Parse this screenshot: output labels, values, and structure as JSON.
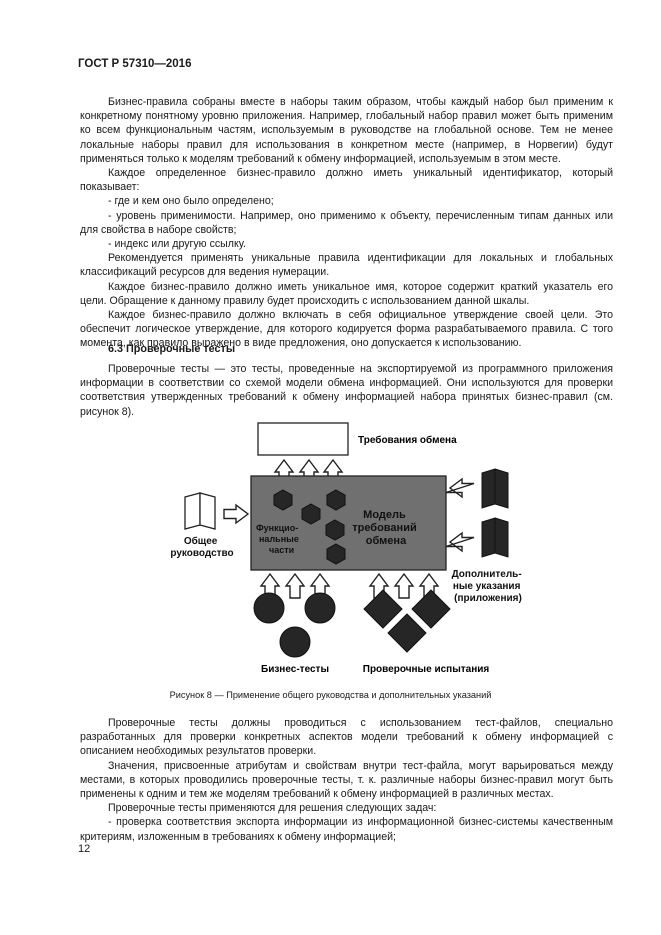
{
  "header": "ГОСТ Р 57310—2016",
  "block1": [
    {
      "t": "Бизнес-правила собраны вместе в наборы таким образом, чтобы каждый набор был применим к конкретному понятному уровню приложения. Например, глобальный набор правил может быть применим ко всем функциональным частям, используемым в руководстве на глобальной основе. Тем не менее локальные наборы правил для использования в конкретном месте (например, в Норвегии) будут применяться только к моделям требований к обмену информацией, используемым в этом месте.",
      "c": "ind"
    },
    {
      "t": "Каждое определенное бизнес-правило должно иметь уникальный идентификатор, который показывает:",
      "c": "ind"
    },
    {
      "t": "- где и кем оно было определено;",
      "c": "dash"
    },
    {
      "t": "- уровень применимости. Например, оно применимо к объекту, перечисленным типам данных или для свойства в наборе свойств;",
      "c": "dash"
    },
    {
      "t": "- индекс или другую ссылку.",
      "c": "dash"
    },
    {
      "t": "Рекомендуется применять уникальные правила идентификации для локальных и глобальных классификаций ресурсов для ведения нумерации.",
      "c": "ind"
    },
    {
      "t": "Каждое бизнес-правило должно иметь уникальное имя, которое содержит краткий указатель его цели. Обращение к данному правилу будет происходить с использованием данной шкалы.",
      "c": "ind"
    },
    {
      "t": "Каждое бизнес-правило должно включать в себя официальное утверждение своей цели. Это обеспечит логическое утверждение, для которого кодируется форма разрабатываемого правила. С того момента, как правило выражено в виде предложения, оно допускается к использованию.",
      "c": "ind"
    }
  ],
  "section_title": "6.3 Проверочные тесты",
  "block2": [
    {
      "t": "Проверочные тесты — это тесты, проведенные на экспортируемой из программного приложения информации в соответствии со схемой модели обмена информацией. Они используются для проверки соответствия утвержденных требований к обмену информацией набора принятых бизнес-правил (см. рисунок 8).",
      "c": "ind"
    }
  ],
  "figure": {
    "exchange_requirements": "Требования обмена",
    "model_line1": "Модель",
    "model_line2": "требований",
    "model_line3": "обмена",
    "functional_line1": "Функцио-",
    "functional_line2": "нальные",
    "functional_line3": "части",
    "general_guide_line1": "Общее",
    "general_guide_line2": "руководство",
    "additional_line1": "Дополнитель-",
    "additional_line2": "ные указания",
    "additional_line3": "(приложения)",
    "business_tests": "Бизнес-тесты",
    "verification_tests": "Проверочные испытания",
    "colors": {
      "model_fill": "#707070",
      "shape_fill": "#262626"
    }
  },
  "caption": "Рисунок 8 — Применение общего руководства и дополнительных указаний",
  "block3": [
    {
      "t": "Проверочные тесты должны проводиться с использованием тест-файлов, специально разработанных для проверки конкретных аспектов модели требований к обмену информацией с описанием необходимых результатов проверки.",
      "c": "ind"
    },
    {
      "t": "Значения, присвоенные атрибутам и свойствам внутри тест-файла, могут варьироваться между местами, в которых проводились проверочные тесты, т. к. различные наборы бизнес-правил могут быть применены к одним и тем же моделям требований к обмену информацией в различных местах.",
      "c": "ind"
    },
    {
      "t": "Проверочные тесты применяются для решения следующих задач:",
      "c": "ind"
    },
    {
      "t": "- проверка соответствия экспорта информации из информационной бизнес-системы качественным критериям, изложенным в требованиях к обмену информацией;",
      "c": "dash"
    }
  ],
  "page_number": "12"
}
